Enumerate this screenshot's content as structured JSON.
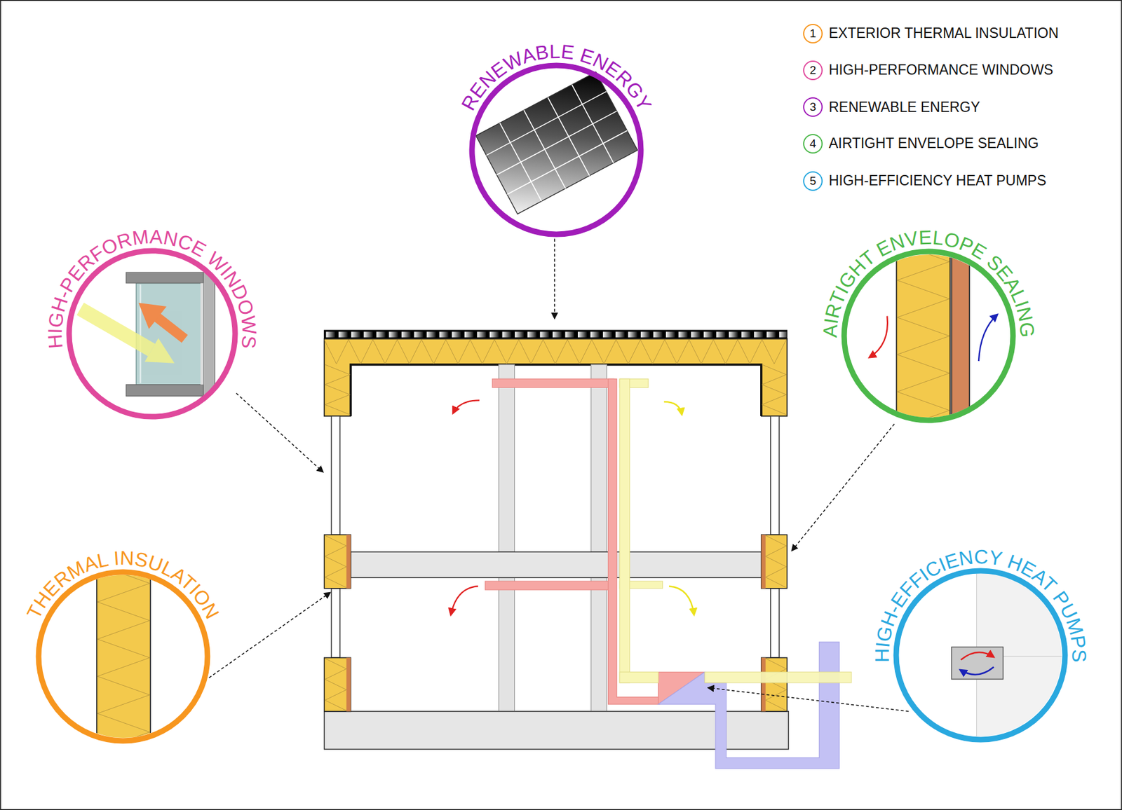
{
  "diagram": {
    "nodes": [
      {
        "text": [
          "RENEWABLE ENERGY"
        ]
      },
      {
        "text": [
          "HIGH-PERFORMANCE WINDOWS"
        ]
      },
      {
        "text": [
          "AIRTIGHT ENVELOPE SEALING"
        ]
      },
      {
        "text": [
          "THERMAL INSULATION"
        ]
      },
      {
        "text": [
          "HIGH-EFFICIENCY HEAT PUMPS"
        ]
      }
    ],
    "labels": [
      "1",
      "2",
      "3",
      "4",
      "5"
    ],
    "legend": [
      {
        "text": "EXTERIOR THERMAL INSULATION"
      },
      {
        "text": "HIGH-PERFORMANCE WINDOWS"
      },
      {
        "text": "RENEWABLE ENERGY"
      },
      {
        "text": "AIRTIGHT ENVELOPE SEALING"
      },
      {
        "text": "HIGH-EFFICIENCY HEAT PUMPS"
      }
    ]
  }
}
